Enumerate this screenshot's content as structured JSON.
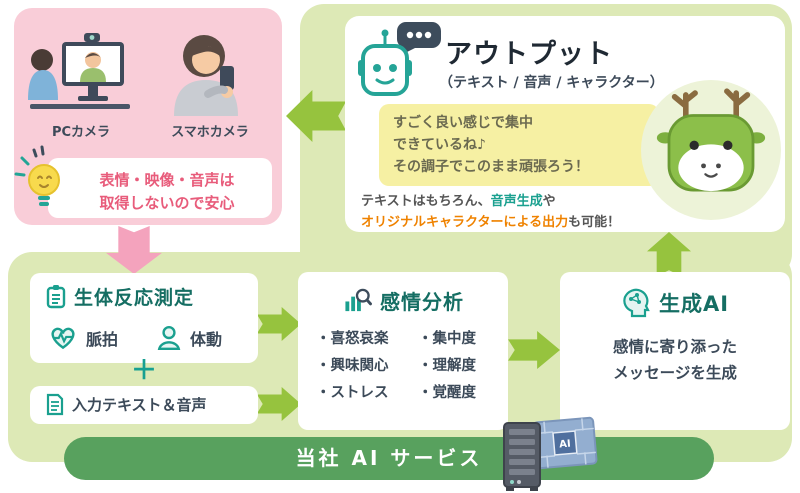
{
  "colors": {
    "teal_accent": "#1aa08f",
    "arrow_green": "#96c33e",
    "container_green": "#dde9b6",
    "footer_green": "#58a15e",
    "panel_pink": "#f9cdd8",
    "arrow_pink": "#f4a3bd",
    "notice_red": "#e85c7b",
    "highlight_orange": "#ef8200",
    "speech_yellow": "#f6f0a3"
  },
  "camera_panel": {
    "pc_label": "PCカメラ",
    "phone_label": "スマホカメラ",
    "notice_line1": "表情・映像・音声は",
    "notice_line2": "取得しないので安心"
  },
  "output_panel": {
    "title": "アウトプット",
    "subtitle": "（テキスト / 音声 / キャラクター）",
    "speech_lines": [
      "すごく良い感じで集中",
      "できているね♪",
      "その調子でこのまま頑張ろう！"
    ],
    "caption": {
      "line1_normal": "テキストはもちろん、",
      "line1_teal": "音声生成",
      "line1_tail": "や",
      "line2_orange": "オリジナルキャラクターによる出力",
      "line2_tail": "も可能！"
    }
  },
  "bio_panel": {
    "title": "生体反応測定",
    "pulse_label": "脈拍",
    "movement_label": "体動",
    "plus_sign": "＋",
    "input_box_label": "入力テキスト＆音声"
  },
  "emotion_panel": {
    "title": "感情分析",
    "items_left": [
      "・喜怒哀楽",
      "・興味関心",
      "・ストレス"
    ],
    "items_right": [
      "・集中度",
      "・理解度",
      "・覚醒度"
    ]
  },
  "ai_panel": {
    "title": "生成AI",
    "desc_lines": [
      "感情に寄り添った",
      "メッセージを生成"
    ]
  },
  "footer": {
    "label": "当社 AI サービス",
    "chip_label": "AI"
  },
  "icons": {
    "robot": "robot-icon",
    "speech_bubble": "speech-bubble-icon",
    "lightbulb": "lightbulb-icon",
    "clipboard": "clipboard-icon",
    "heart_pulse": "heart-pulse-icon",
    "person": "person-icon",
    "document": "document-icon",
    "chart_magnifier": "chart-magnifier-icon",
    "head_circuit": "head-circuit-icon",
    "server": "server-icon",
    "cpu_chip": "cpu-chip-icon",
    "deer_mascot": "deer-mascot",
    "pc_scene": "pc-camera-illustration",
    "phone_scene": "smartphone-camera-illustration"
  }
}
